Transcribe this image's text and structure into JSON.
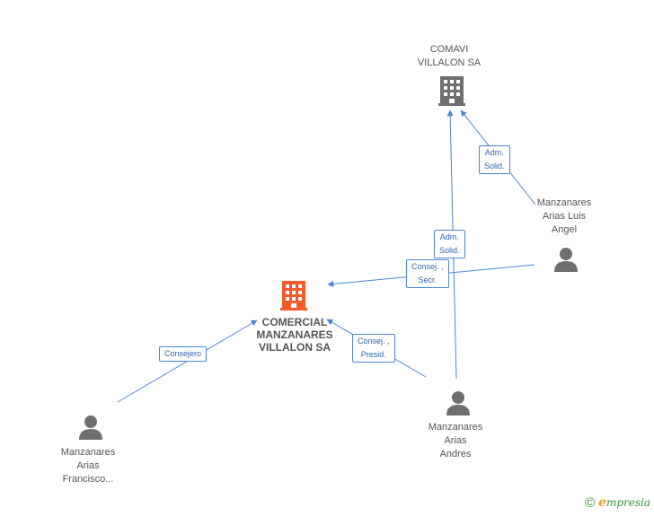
{
  "nodes": {
    "comavi": {
      "lines": [
        "COMAVI",
        "VILLALON SA"
      ],
      "icon": "building-icon",
      "color": "#6f6f6f"
    },
    "comercial": {
      "lines": [
        "COMERCIAL",
        "MANZANARES",
        "VILLALON SA"
      ],
      "icon": "building-icon",
      "color": "#f2592b"
    },
    "luis": {
      "lines": [
        "Manzanares",
        "Arias Luis",
        "Angel"
      ],
      "icon": "person-icon",
      "color": "#6f6f6f"
    },
    "andres": {
      "lines": [
        "Manzanares",
        "Arias",
        "Andres"
      ],
      "icon": "person-icon",
      "color": "#6f6f6f"
    },
    "francisco": {
      "lines": [
        "Manzanares",
        "Arias",
        "Francisco..."
      ],
      "icon": "person-icon",
      "color": "#6f6f6f"
    }
  },
  "edges": {
    "luis_comavi": {
      "lines": [
        "Adm.",
        "Solid."
      ]
    },
    "andres_comavi": {
      "lines": [
        "Adm.",
        "Solid."
      ]
    },
    "luis_comercial": {
      "lines": [
        "Consej. ,",
        "Secr."
      ]
    },
    "andres_comercial": {
      "lines": [
        "Consej. ,",
        "Presid."
      ]
    },
    "francisco_comercial": {
      "lines": [
        "Consejero"
      ]
    }
  },
  "colors": {
    "edge": "#4a86d4",
    "edge_label_text": "#2f64b0",
    "node_text": "#555555"
  },
  "watermark": {
    "symbol": "©",
    "initial": "e",
    "rest": "mpresia"
  }
}
